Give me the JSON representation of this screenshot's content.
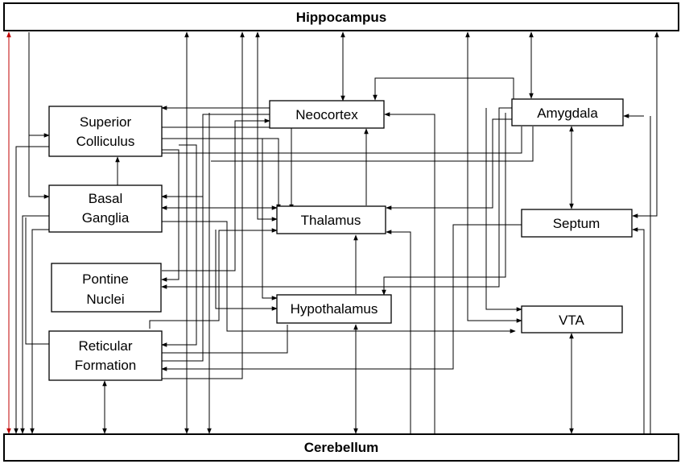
{
  "nodes": {
    "hippocampus": "Hippocampus",
    "cerebellum": "Cerebellum",
    "superior_colliculus": [
      "Superior",
      "Colliculus"
    ],
    "basal_ganglia": [
      "Basal",
      "Ganglia"
    ],
    "pontine_nuclei": [
      "Pontine",
      "Nuclei"
    ],
    "reticular_formation": [
      "Reticular",
      "Formation"
    ],
    "neocortex": "Neocortex",
    "thalamus": "Thalamus",
    "hypothalamus": "Hypothalamus",
    "amygdala": "Amygdala",
    "septum": "Septum",
    "vta": "VTA"
  },
  "colors": {
    "stroke": "#000000",
    "highlight_connection": "#c00000",
    "background": "#ffffff"
  }
}
